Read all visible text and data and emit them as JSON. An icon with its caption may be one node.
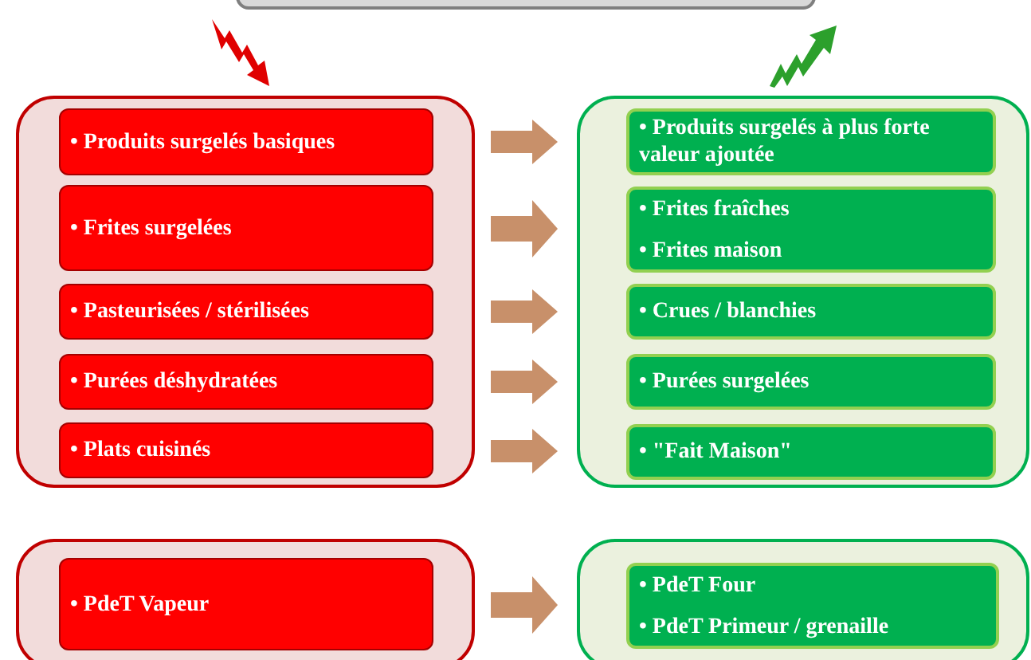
{
  "diagram": {
    "nodes": [
      {
        "text": [],
        "shape": "box"
      },
      {
        "text": [],
        "shape": "box"
      },
      {
        "text": [
          "• Produits surgelés basiques"
        ],
        "in": 1
      },
      {
        "text": [
          "• Frites surgelées"
        ],
        "in": 1
      },
      {
        "text": [
          "• Pasteurisées / stérilisées"
        ],
        "in": 1
      },
      {
        "text": [
          "• Purées déshydratées"
        ],
        "in": 1
      },
      {
        "text": [
          "• Plats cuisinés"
        ],
        "in": 1
      },
      {
        "text": [],
        "shape": "box"
      },
      {
        "text": [
          "• Produits surgelés à plus forte valeur ajoutée"
        ],
        "in": 7
      },
      {
        "text": [
          "• Frites fraîches",
          "• Frites maison"
        ],
        "in": 7
      },
      {
        "text": [
          "• Crues / blanchies"
        ],
        "in": 7
      },
      {
        "text": [
          "• Purées surgelées"
        ],
        "in": 7
      },
      {
        "text": [
          "• \"Fait Maison\""
        ],
        "in": 7
      },
      {
        "text": [],
        "shape": "box"
      },
      {
        "text": [
          "• PdeT Vapeur"
        ],
        "in": 13
      },
      {
        "text": [],
        "shape": "box"
      },
      {
        "text": [
          "• PdeT Four",
          "• PdeT Primeur / grenaille"
        ],
        "in": 15
      }
    ],
    "edges": [
      {
        "from": 2,
        "to": 8,
        "arrow": "to"
      },
      {
        "from": 3,
        "to": 9,
        "arrow": "to"
      },
      {
        "from": 4,
        "to": 10,
        "arrow": "to"
      },
      {
        "from": 5,
        "to": 11,
        "arrow": "to"
      },
      {
        "from": 6,
        "to": 12,
        "arrow": "to"
      },
      {
        "from": 14,
        "to": 16,
        "arrow": "to"
      }
    ]
  }
}
